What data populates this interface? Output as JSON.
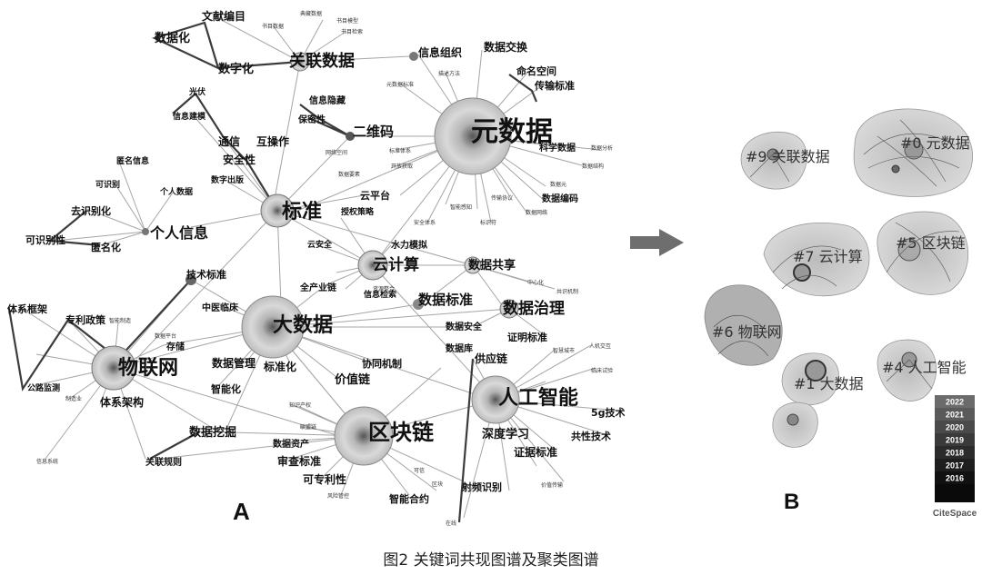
{
  "figure": {
    "caption": "图2  关键词共现图谱及聚类图谱",
    "panel_a_label": "A",
    "panel_b_label": "B"
  },
  "network_a": {
    "keywords_large": [
      "元数据",
      "标准",
      "大数据",
      "物联网",
      "区块链",
      "人工智能",
      "云计算"
    ],
    "keywords_medium": [
      "关联数据",
      "数据治理",
      "数据标准",
      "数据共享",
      "个人信息",
      "二维码",
      "数字化",
      "数据化",
      "文献编目",
      "信息组织",
      "数据交换",
      "命名空间",
      "传输标准",
      "技术标准",
      "体系框架",
      "专利政策",
      "体系架构",
      "数据挖掘",
      "数据管理",
      "标准化",
      "价值链",
      "协同机制",
      "数据安全",
      "供应链",
      "深度学习",
      "证据标准",
      "共性技术",
      "5g技术",
      "审查标准",
      "可专利性",
      "智能合约",
      "射频识别",
      "智能化",
      "证明标准",
      "数据资产",
      "全产业链",
      "中医临床",
      "去识别化",
      "匿名化",
      "可识别性",
      "通信",
      "安全性",
      "互操作",
      "云平台",
      "授权策略",
      "水力模拟",
      "数据库",
      "信息检索",
      "数字出版",
      "光伏",
      "信息建模",
      "信息隐藏",
      "保密性",
      "科学数据",
      "数据编码",
      "关联规则",
      "存储",
      "云安全",
      "可识别",
      "匿名信息",
      "个人数据",
      "公路监测"
    ],
    "keywords_small": [
      "书目数据",
      "书目模型",
      "典藏数据",
      "书目检索",
      "元数据标准",
      "描述方法",
      "数据元",
      "数据网络",
      "数据结构",
      "数据分析",
      "开放获取",
      "标准体系",
      "智能感知",
      "安全体系",
      "标识符",
      "传输协议",
      "网络空间",
      "制造业",
      "信息系统",
      "智能制造",
      "数据平台",
      "中心化",
      "智慧城市",
      "人机交互",
      "共识机制",
      "临床试验",
      "可信",
      "联盟链",
      "知识产权",
      "风险管控",
      "价值传输",
      "在线",
      "区块",
      "数据要素",
      "资源整合"
    ]
  },
  "clusters_b": [
    {
      "id": "#0",
      "label": "#0 元数据"
    },
    {
      "id": "#9",
      "label": "#9 关联数据"
    },
    {
      "id": "#7",
      "label": "#7 云计算"
    },
    {
      "id": "#5",
      "label": "#5 区块链"
    },
    {
      "id": "#6",
      "label": "#6 物联网"
    },
    {
      "id": "#1",
      "label": "#1 大数据"
    },
    {
      "id": "#4",
      "label": "#4 人工智能"
    }
  ],
  "legend": {
    "years": [
      "2022",
      "2021",
      "2020",
      "2019",
      "2018",
      "2017",
      "2016"
    ],
    "brand": "CiteSpace"
  },
  "colors": {
    "node_ring": "#555555",
    "edge": "#9a9a9a",
    "edge_dark": "#444444",
    "cluster_fill": "#cfcfcf",
    "arrow": "#6e6e6e"
  }
}
